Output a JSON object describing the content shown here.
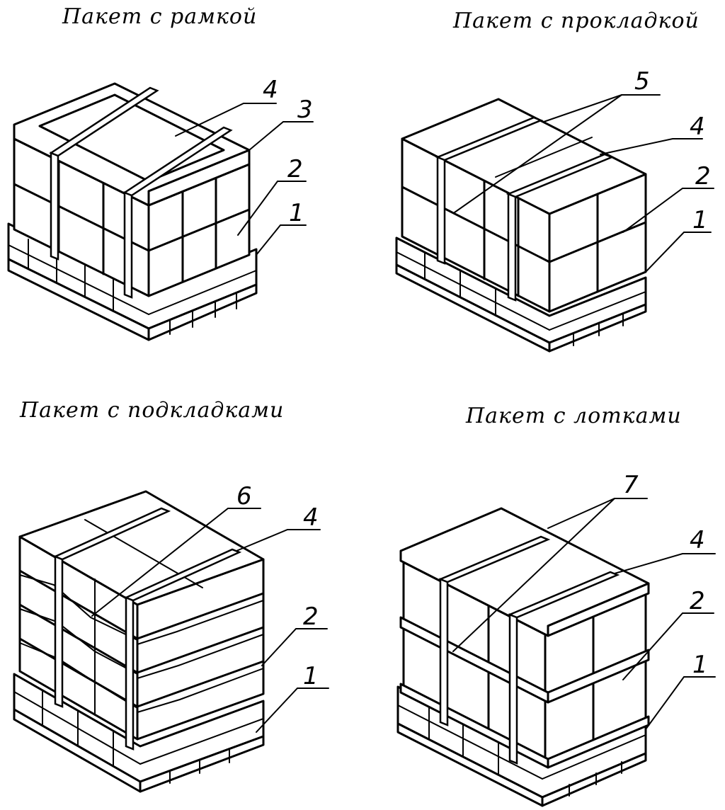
{
  "panels": [
    {
      "title": "Пакет с рамкой",
      "labels": [
        "4",
        "3",
        "2",
        "1"
      ]
    },
    {
      "title": "Пакет с прокладкой",
      "labels": [
        "5",
        "4",
        "2",
        "1"
      ]
    },
    {
      "title": "Пакет с подкладками",
      "labels": [
        "6",
        "4",
        "2",
        "1"
      ]
    },
    {
      "title": "Пакет с лотками",
      "labels": [
        "7",
        "4",
        "2",
        "1"
      ]
    }
  ]
}
